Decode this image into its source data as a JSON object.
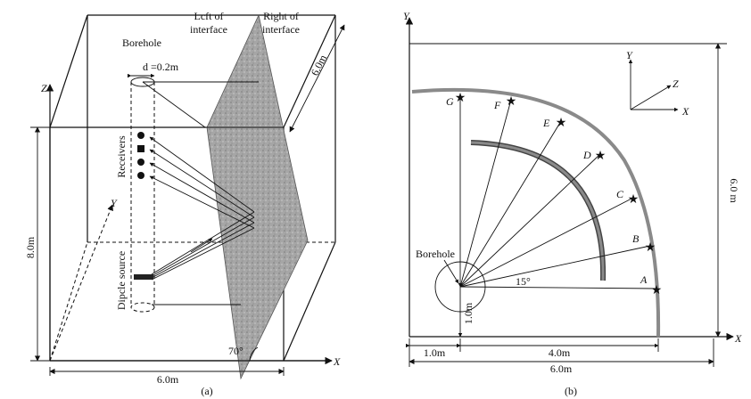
{
  "panel_a": {
    "caption": "(a)",
    "borehole": "Borehole",
    "left_interface": [
      "Lcft of",
      "interface"
    ],
    "right_interface": [
      "Right of",
      "interface"
    ],
    "d_label": "d =0.2m",
    "receivers": "Receivers",
    "dipole_source": "Dipcle source",
    "height": "8.0m",
    "width": "6.0m",
    "depth": "6.0m",
    "angle": "70°",
    "axis_x": "X",
    "axis_y": "Y",
    "axis_z": "Z"
  },
  "panel_b": {
    "caption": "(b)",
    "borehole": "Borehole",
    "angle": "15°",
    "radius": "1.0m",
    "dim_left": "1.0m",
    "dim_arc": "4.0m",
    "dim_total": "6.0m",
    "dim_height": "6.0 m",
    "axis_x": "X",
    "axis_y": "Y",
    "inset_x": "X",
    "inset_y": "Y",
    "inset_z": "Z",
    "points": [
      "A",
      "B",
      "C",
      "D",
      "E",
      "F",
      "G"
    ]
  },
  "colors": {
    "plane_fill": "#a8a8a8",
    "curve": "#6e6e6e",
    "star": "#111111"
  }
}
